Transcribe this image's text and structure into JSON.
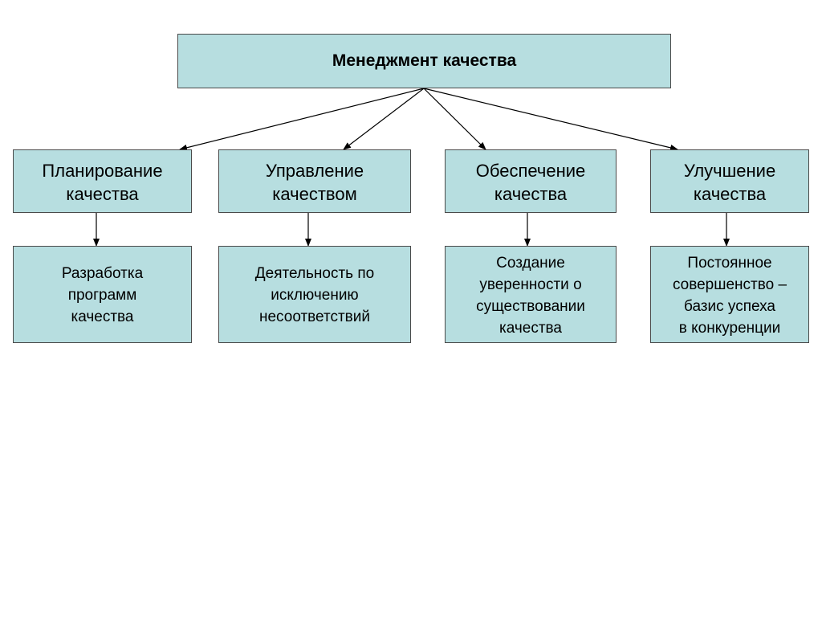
{
  "diagram": {
    "root": {
      "label": "Менеджмент качества"
    },
    "branches": [
      {
        "label": "Планирование\nкачества",
        "detail": "Разработка\nпрограмм\nкачества"
      },
      {
        "label": "Управление\nкачеством",
        "detail": "Деятельность по\nисключению\nнесоответствий"
      },
      {
        "label": "Обеспечение\nкачества",
        "detail": "Создание\nуверенности о\nсуществовании\nкачества"
      },
      {
        "label": "Улучшение\nкачества",
        "detail": "Постоянное\nсовершенство –\nбазис успеха\nв конкуренции"
      }
    ],
    "colors": {
      "box_fill": "#b7dee0",
      "box_border": "#4a4a4a",
      "connector": "#000000"
    }
  }
}
